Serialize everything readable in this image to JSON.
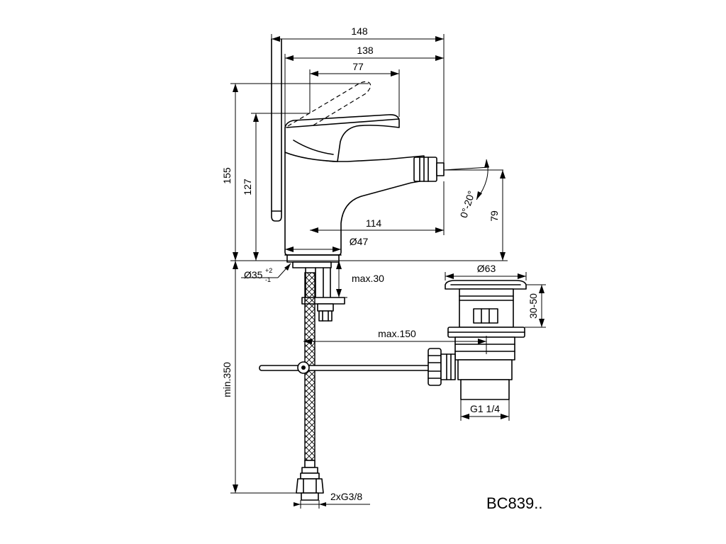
{
  "dimensions": {
    "overall_width": "148",
    "body_width": "138",
    "lever_reach": "77",
    "total_height": "155",
    "lever_height": "127",
    "spout_reach": "114",
    "base_diameter": "Ø47",
    "spray_angle": "0°-20°",
    "spout_height": "79",
    "hole_diameter": "Ø35",
    "hole_tol_plus": "+2",
    "hole_tol_minus": "-1",
    "max_deck": "max.30",
    "max_rod": "max.150",
    "hose_length": "min.350",
    "hose_thread": "2xG3/8",
    "waste_diameter": "Ø63",
    "waste_height": "30-50",
    "waste_thread": "G1 1/4"
  },
  "product_code": "BC839.."
}
